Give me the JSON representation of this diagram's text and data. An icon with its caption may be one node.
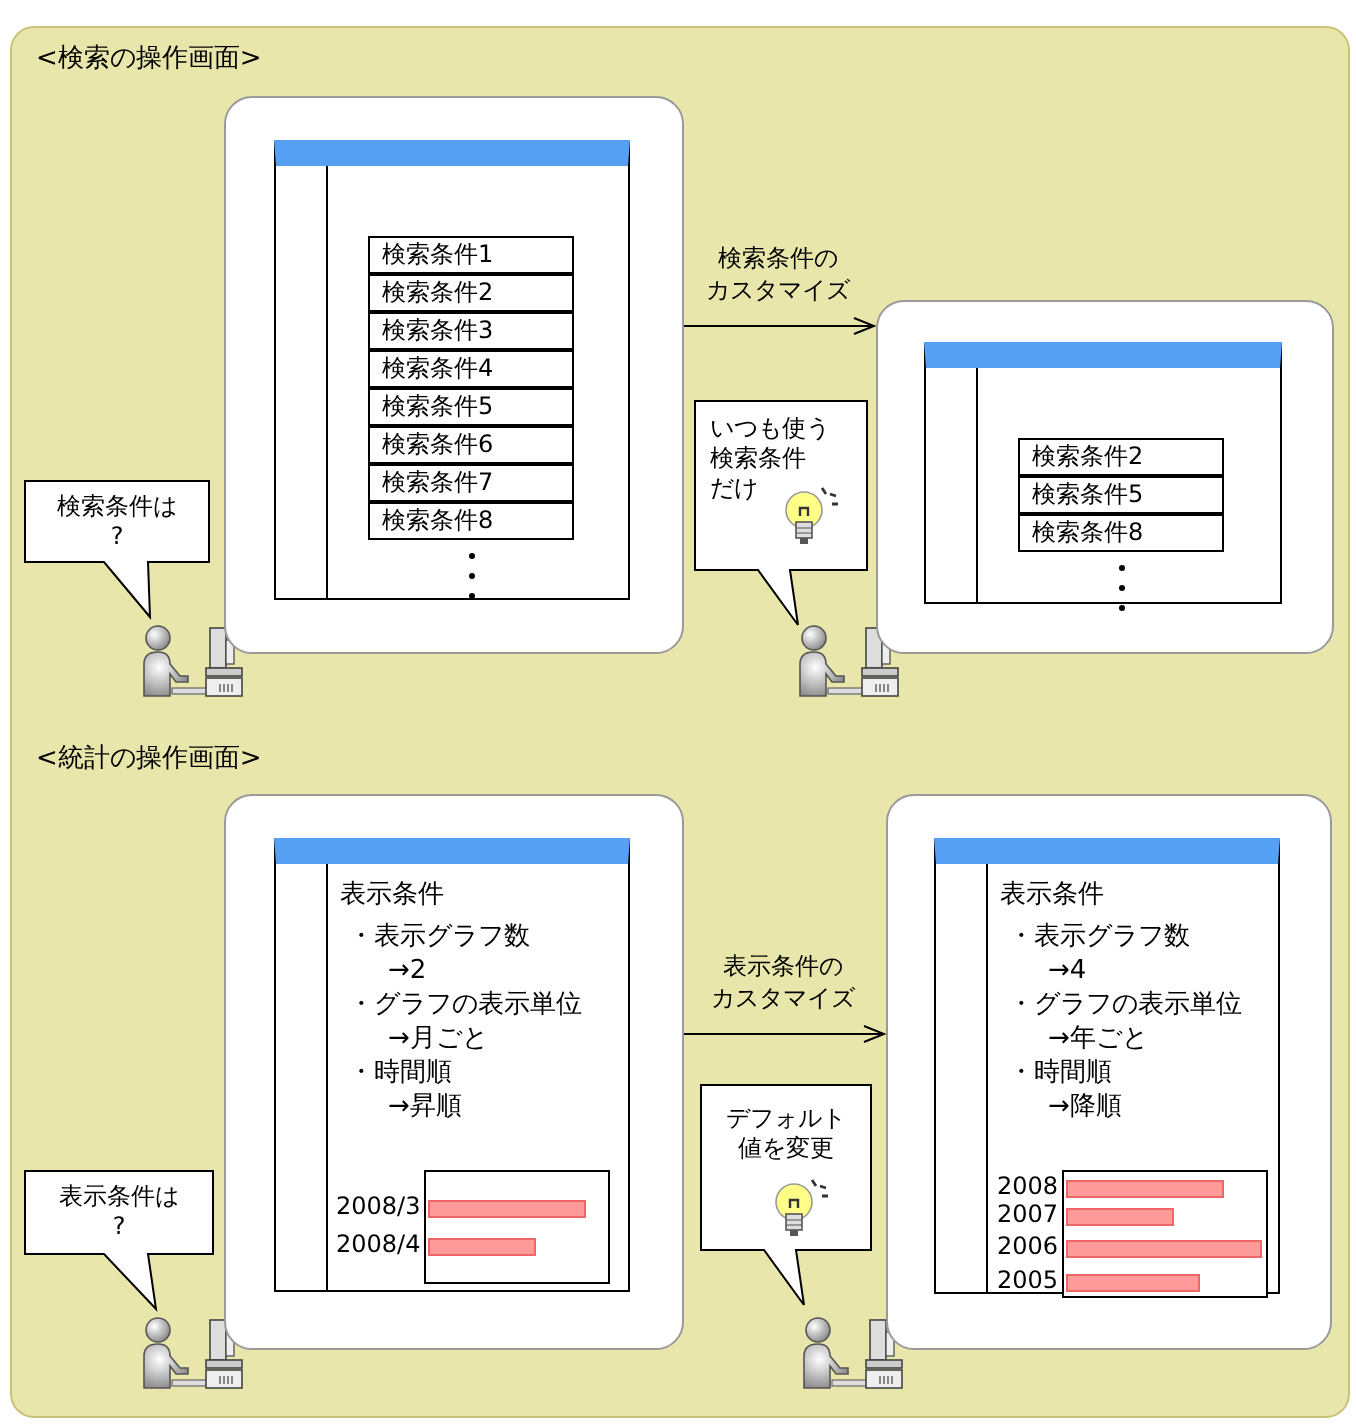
{
  "diagram": {
    "nodes": [
      {
        "text": [
          "検索条件1",
          "検索条件2",
          "検索条件3",
          "検索条件4",
          "検索条件5",
          "検索条件6",
          "検索条件7",
          "検索条件8"
        ]
      },
      {
        "text": [
          "検索条件2",
          "検索条件5",
          "検索条件8"
        ]
      },
      {
        "text": [
          "検索条件は?"
        ]
      },
      {
        "text": [
          "いつも使う検索条件だけ"
        ]
      },
      {
        "text": [
          "表示条件",
          "・表示グラフ数",
          "→2",
          "・グラフの表示単位",
          "→月ごと",
          "・時間順",
          "→昇順",
          "2008/3",
          "2008/4"
        ]
      },
      {
        "text": [
          "表示条件",
          "・表示グラフ数",
          "→4",
          "・グラフの表示単位",
          "→年ごと",
          "・時間順",
          "→降順",
          "2008",
          "2007",
          "2006",
          "2005"
        ]
      },
      {
        "text": [
          "表示条件は?"
        ]
      },
      {
        "text": [
          "デフォルト値を変更"
        ]
      }
    ],
    "edges": [
      {
        "from": 0,
        "to": 1,
        "arrow": "to",
        "label": "検索条件のカスタマイズ"
      },
      {
        "from": 4,
        "to": 5,
        "arrow": "to",
        "label": "表示条件のカスタマイズ"
      }
    ],
    "labels": [
      "<検索の操作画面>",
      "<統計の操作画面>"
    ]
  }
}
